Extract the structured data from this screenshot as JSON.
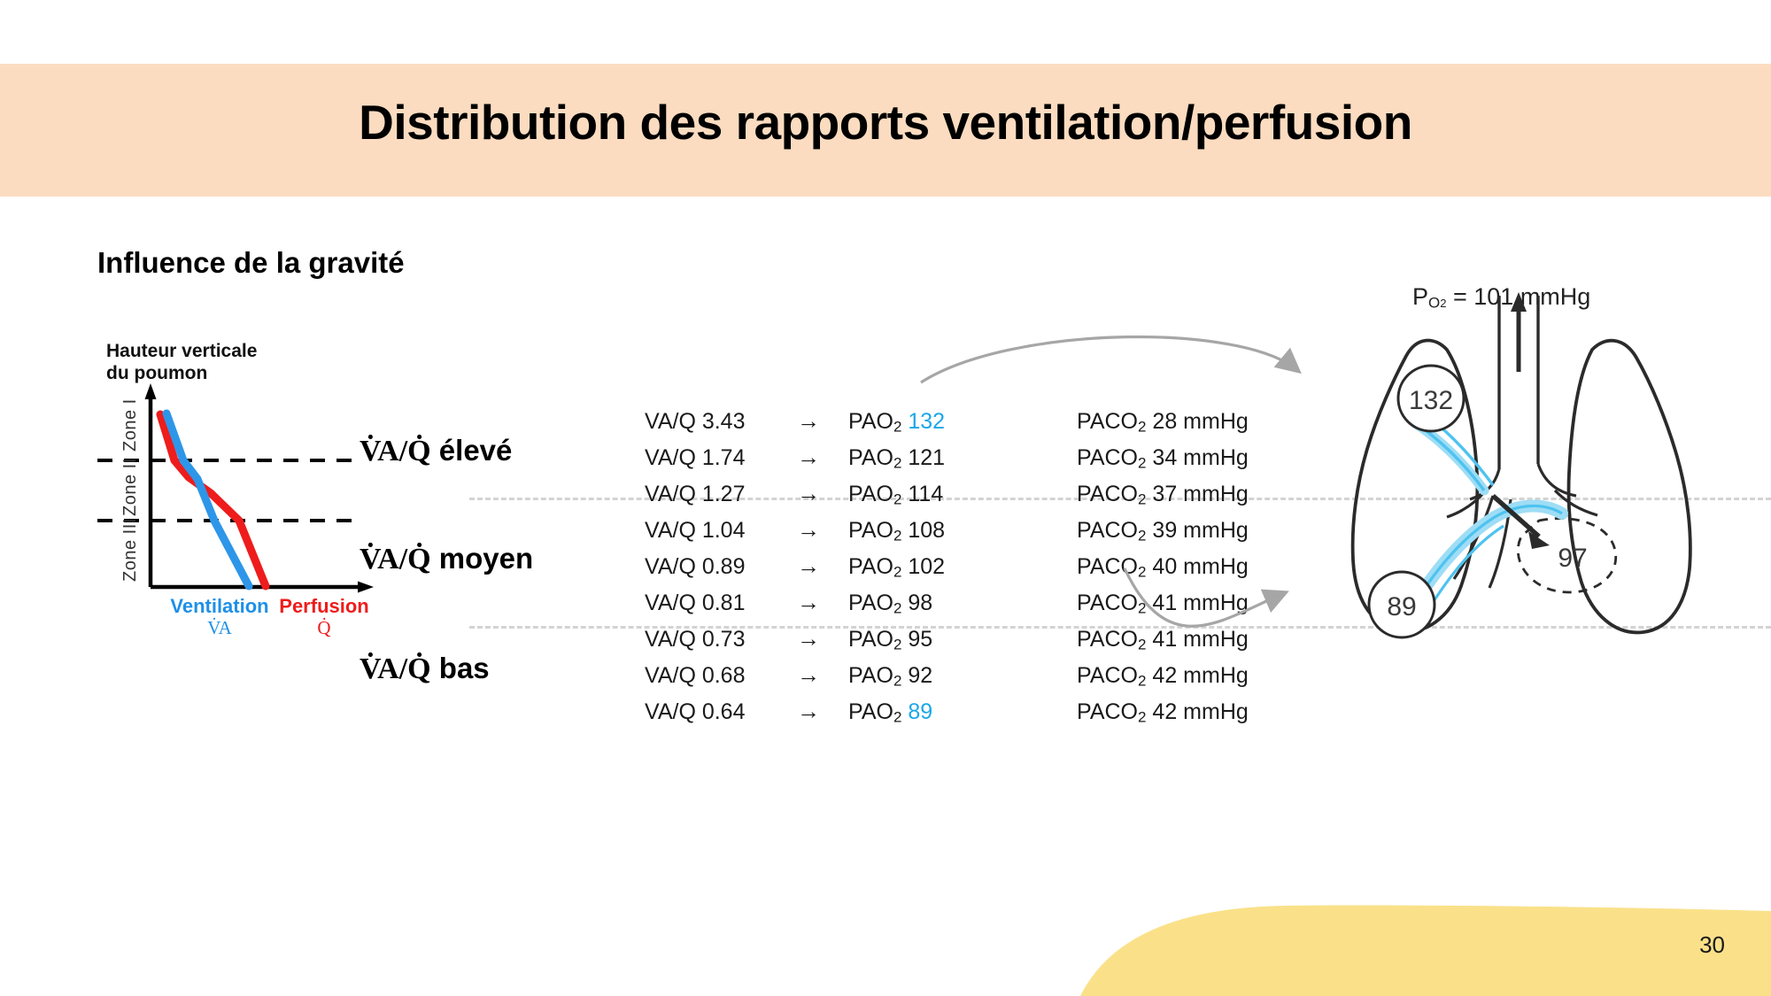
{
  "slide": {
    "title": "Distribution des rapports ventilation/perfusion",
    "subtitle": "Influence de la gravité",
    "page_number": "30",
    "title_band_color": "#FBDCC0",
    "footer_shape_color": "#FAE189"
  },
  "chart": {
    "y_axis_label": "Hauteur verticale\ndu poumon",
    "zones": [
      {
        "label": "Zone I"
      },
      {
        "label": "Zone II"
      },
      {
        "label": "Zone III"
      }
    ],
    "legend": [
      {
        "name": "Ventilation",
        "symbol": "V̇A",
        "color": "#1E90E8"
      },
      {
        "name": "Perfusion",
        "symbol": "Q̇",
        "color": "#EE1C1C"
      }
    ]
  },
  "chart_data": {
    "type": "line",
    "title": "Influence de la gravité",
    "xlabel": "Ventilation / Perfusion",
    "ylabel": "Hauteur verticale du poumon",
    "xlim": [
      0,
      10
    ],
    "ylim": [
      0,
      10
    ],
    "grid": false,
    "legend_position": "bottom",
    "annotations": [
      "Zone I",
      "Zone II",
      "Zone III"
    ],
    "zone_boundaries_y": [
      6.4,
      3.1
    ],
    "series": [
      {
        "name": "Ventilation V̇A",
        "color": "#1E90E8",
        "x": [
          0.55,
          1.45,
          2.35,
          3.35,
          5.0
        ],
        "y": [
          9.3,
          6.4,
          4.6,
          3.1,
          0.15
        ]
      },
      {
        "name": "Perfusion Q̇",
        "color": "#EE1C1C",
        "x": [
          0.35,
          1.1,
          2.0,
          3.2,
          4.6,
          5.6
        ],
        "y": [
          9.3,
          6.4,
          5.2,
          4.0,
          3.1,
          0.15
        ]
      }
    ]
  },
  "vq_categories": [
    {
      "symbol": "V̇A/Q̇",
      "label": "élevé"
    },
    {
      "symbol": "V̇A/Q̇",
      "label": "moyen"
    },
    {
      "symbol": "V̇A/Q̇",
      "label": "bas"
    }
  ],
  "table": {
    "rows": [
      {
        "vq": "VA/Q 3.43",
        "arrow": "→",
        "pao2_label": "PAO",
        "pao2_sub": "2",
        "pao2": "132",
        "pao2_highlight": true,
        "paco2_label": "PACO",
        "paco2_sub": "2",
        "paco2": "28 mmHg"
      },
      {
        "vq": "VA/Q 1.74",
        "arrow": "→",
        "pao2_label": "PAO",
        "pao2_sub": "2",
        "pao2": "121",
        "pao2_highlight": false,
        "paco2_label": "PACO",
        "paco2_sub": "2",
        "paco2": "34 mmHg"
      },
      {
        "vq": "VA/Q 1.27",
        "arrow": "→",
        "pao2_label": "PAO",
        "pao2_sub": "2",
        "pao2": "114",
        "pao2_highlight": false,
        "paco2_label": "PACO",
        "paco2_sub": "2",
        "paco2": "37 mmHg"
      },
      {
        "vq": "VA/Q 1.04",
        "arrow": "→",
        "pao2_label": "PAO",
        "pao2_sub": "2",
        "pao2": "108",
        "pao2_highlight": false,
        "paco2_label": "PACO",
        "paco2_sub": "2",
        "paco2": "39 mmHg"
      },
      {
        "vq": "VA/Q 0.89",
        "arrow": "→",
        "pao2_label": "PAO",
        "pao2_sub": "2",
        "pao2": "102",
        "pao2_highlight": false,
        "paco2_label": "PACO",
        "paco2_sub": "2",
        "paco2": "40 mmHg"
      },
      {
        "vq": "VA/Q 0.81",
        "arrow": "→",
        "pao2_label": "PAO",
        "pao2_sub": "2",
        "pao2": "98",
        "pao2_highlight": false,
        "paco2_label": "PACO",
        "paco2_sub": "2",
        "paco2": "41 mmHg"
      },
      {
        "vq": "VA/Q 0.73",
        "arrow": "→",
        "pao2_label": "PAO",
        "pao2_sub": "2",
        "pao2": "95",
        "pao2_highlight": false,
        "paco2_label": "PACO",
        "paco2_sub": "2",
        "paco2": "41 mmHg"
      },
      {
        "vq": "VA/Q 0.68",
        "arrow": "→",
        "pao2_label": "PAO",
        "pao2_sub": "2",
        "pao2": "92",
        "pao2_highlight": false,
        "paco2_label": "PACO",
        "paco2_sub": "2",
        "paco2": "42 mmHg"
      },
      {
        "vq": "VA/Q 0.64",
        "arrow": "→",
        "pao2_label": "PAO",
        "pao2_sub": "2",
        "pao2": "89",
        "pao2_highlight": true,
        "paco2_label": "PACO",
        "paco2_sub": "2",
        "paco2": "42 mmHg"
      }
    ],
    "highlight_color": "#1BA7E8"
  },
  "lung_diagram": {
    "po2_prefix": "P",
    "po2_sub": "O",
    "po2_sub2": "2",
    "po2_value": "= 101 mmHg",
    "markers": [
      {
        "name": "apex-alveolus",
        "value": "132"
      },
      {
        "name": "base-alveolus",
        "value": "89"
      },
      {
        "name": "mixed-arterial",
        "value": "97"
      }
    ],
    "vessel_color": "#4EC3F0"
  }
}
